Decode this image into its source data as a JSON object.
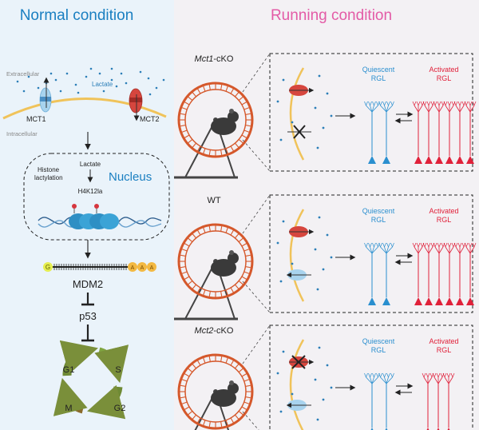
{
  "left_panel": {
    "title": "Normal condition",
    "extracellular": "Extracellular",
    "intracellular": "Intracellular",
    "lactate": "Lactate",
    "mct1": "MCT1",
    "mct2": "MCT2",
    "nucleus": {
      "label": "Nucleus",
      "lactate": "Lactate",
      "histone_lactylation": [
        "Histone",
        "lactylation"
      ],
      "mark": "H4K12la"
    },
    "mrna": {
      "cap": "G",
      "tail": [
        "A",
        "A",
        "A"
      ]
    },
    "mdm2": "MDM2",
    "p53": "p53",
    "cell_cycle": {
      "g1": "G1",
      "s": "S",
      "g2": "G2",
      "m": "M"
    }
  },
  "right_panel": {
    "title": "Running condition",
    "rows": [
      {
        "genotype": "Mct1-cKO",
        "genotype_italic": "Mct1",
        "genotype_suffix": "-cKO",
        "quiescent": [
          "Quiescent",
          "RGL"
        ],
        "activated": [
          "Activated",
          "RGL"
        ]
      },
      {
        "genotype": "WT",
        "genotype_italic": "",
        "genotype_suffix": "WT",
        "quiescent": [
          "Quiescent",
          "RGL"
        ],
        "activated": [
          "Activated",
          "RGL"
        ]
      },
      {
        "genotype": "Mct2-cKO",
        "genotype_italic": "Mct2",
        "genotype_suffix": "-cKO",
        "quiescent": [
          "Quiescent",
          "RGL"
        ],
        "activated": [
          "Activated",
          "RGL"
        ]
      }
    ]
  },
  "colors": {
    "left_background": "#eaf3fa",
    "right_background": "#f3f1f4",
    "left_title": "#1a7fc1",
    "right_title": "#e35ba6",
    "lactate_dot": "#2c7fb8",
    "membrane": "#f0c35a",
    "mct1": "#a8d3ee",
    "mct2": "#d6463e",
    "quiescent": "#2a8fcf",
    "activated": "#e0213a",
    "wheel": "#d5582b",
    "cycle_arrow": "#7a8f3a"
  }
}
